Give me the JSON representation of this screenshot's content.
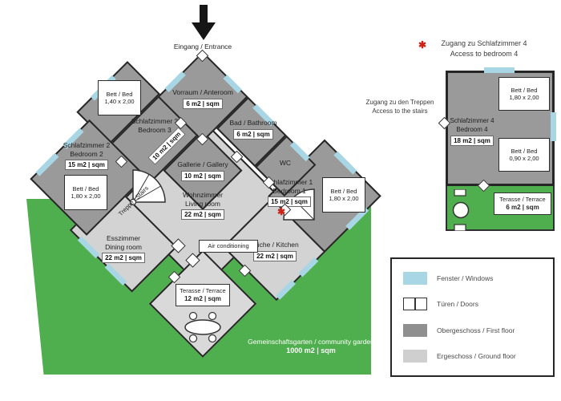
{
  "entrance": {
    "label": "Eingang / Entrance"
  },
  "rooms": {
    "vorraum": {
      "name": "Vorraum / Anteroom",
      "area": "6 m2 | sqm"
    },
    "bad": {
      "name": "Bad / Bathroom",
      "area": "6 m2 | sqm"
    },
    "wc": {
      "name": "WC"
    },
    "gallerie": {
      "name": "Gallerie / Gallery",
      "area": "10 m2 | sqm"
    },
    "schlafzimmer1": {
      "name1": "Schlafzimmer 1",
      "name2": "Bedroom 1",
      "area": "15 m2 | sqm"
    },
    "schlafzimmer2": {
      "name1": "Schlafzimmer 2",
      "name2": "Bedroom 2",
      "area": "15 m2 | sqm"
    },
    "schlafzimmer3": {
      "name1": "Schlafzimmer 3",
      "name2": "Bedroom 3",
      "area": "10 m2 | sqm"
    },
    "wohnzimmer": {
      "name1": "Wohnzimmer",
      "name2": "Living room",
      "area": "22 m2 | sqm"
    },
    "esszimmer": {
      "name1": "Esszimmer",
      "name2": "Dining room",
      "area": "22 m2 | sqm"
    },
    "kueche": {
      "name": "Küche / Kitchen",
      "area": "22 m2 | sqm"
    },
    "terasse": {
      "name": "Terasse / Terrace",
      "area": "12 m2 | sqm"
    },
    "treppe": {
      "name": "Treppe / Stairs"
    },
    "air_conditioning": {
      "name": "Air conditioning"
    }
  },
  "beds": {
    "bed_180": {
      "label": "Bett / Bed",
      "size": "1,80 x 2,00"
    },
    "bed_140": {
      "label": "Bett / Bed",
      "size": "1,40 x 2,00"
    },
    "bed_090": {
      "label": "Bett / Bed",
      "size": "0,90 x 2,00"
    }
  },
  "garden": {
    "name": "Gemeinschaftsgarten / community garden",
    "area": "1000 m2 | sqm"
  },
  "detail": {
    "marker": "✱",
    "title1": "Zugang zu Schlafzimmer 4",
    "title2": "Access to bedroom 4",
    "stairs_note1": "Zugang zu den Treppen",
    "stairs_note2": "Access to the stairs",
    "schlafzimmer4": {
      "name1": "Schlafzimmer 4",
      "name2": "Bedroom 4",
      "area": "18 m2 | sqm"
    },
    "terasse": {
      "name": "Terasse / Terrace",
      "area": "6 m2 | sqm"
    }
  },
  "legend": {
    "windows": "Fenster / Windows",
    "doors": "Türen / Doors",
    "first_floor": "Obergeschoss / First floor",
    "ground_floor": "Ergeschoss / Ground floor"
  },
  "colors": {
    "garden_green": "#4fae4d",
    "window_blue": "#a8d6e4",
    "first_floor_gray": "#9a9a9a",
    "ground_floor_gray": "#d3d3d3",
    "marker_red": "#cf2318"
  }
}
